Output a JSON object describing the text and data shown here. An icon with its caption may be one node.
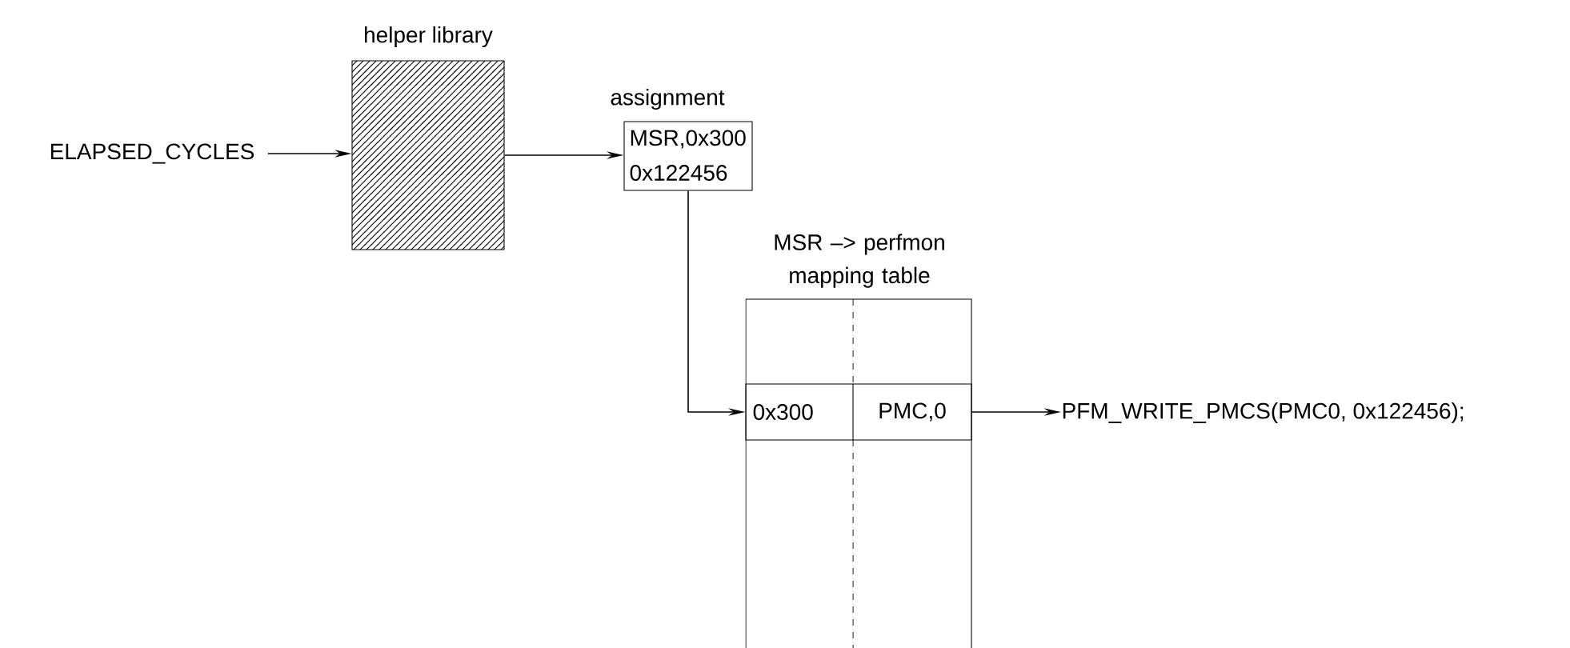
{
  "diagram": {
    "nodes": [
      {
        "text": [
          "ELAPSED_CYCLES"
        ]
      },
      {
        "text": [
          "helper library"
        ]
      },
      {
        "text": [
          "assignment",
          "MSR,0x300",
          "0x122456"
        ]
      },
      {
        "text": [
          "MSR –> perfmon mapping table"
        ]
      },
      {
        "text": [
          "0x300",
          "PMC,0"
        ],
        "in": 3
      },
      {
        "text": [
          "PFM_WRITE_PMCS(PMC0, 0x122456);"
        ]
      }
    ],
    "edges": [
      {
        "from": 0,
        "to": 1,
        "arrow": "to"
      },
      {
        "from": 1,
        "to": 2,
        "arrow": "to"
      },
      {
        "from": 2,
        "to": 4,
        "arrow": "to"
      },
      {
        "from": 4,
        "to": 5,
        "arrow": "to"
      }
    ]
  }
}
